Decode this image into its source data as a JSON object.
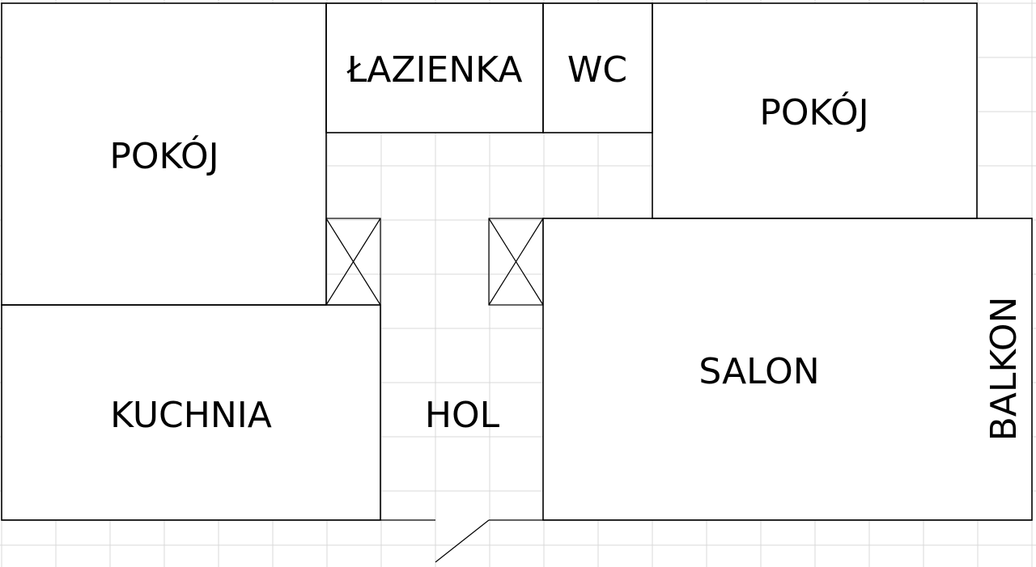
{
  "rooms": {
    "pokoj_left": "POKÓJ",
    "lazienka": "ŁAZIENKA",
    "wc": "WC",
    "pokoj_right": "POKÓJ",
    "kuchnia": "KUCHNIA",
    "hol": "HOL",
    "salon": "SALON",
    "balkon": "BALKON"
  }
}
